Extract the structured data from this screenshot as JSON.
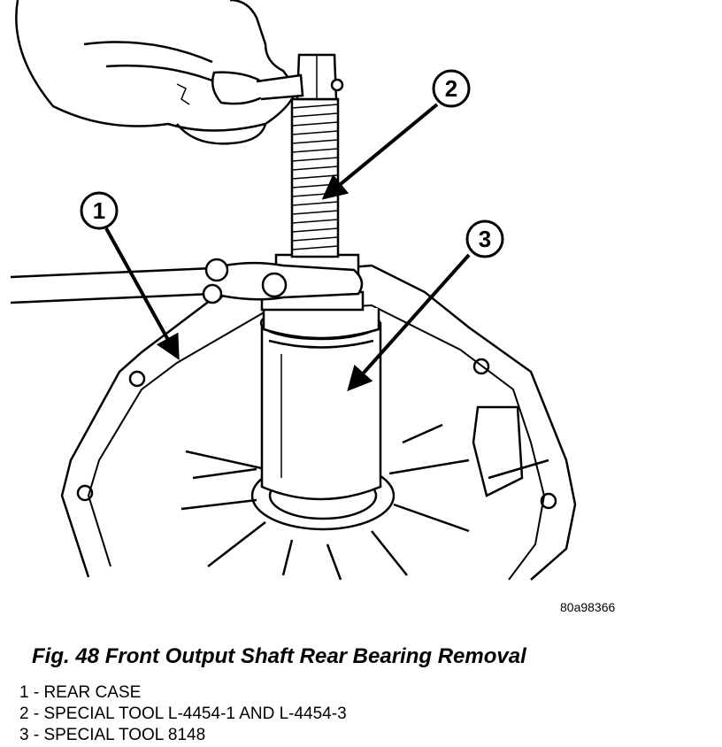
{
  "figure": {
    "id_code": "80a98366",
    "caption": "Fig. 48 Front Output Shaft Rear Bearing Removal"
  },
  "callouts": [
    {
      "number": "1"
    },
    {
      "number": "2"
    },
    {
      "number": "3"
    }
  ],
  "legend": [
    "1 - REAR CASE",
    "2 - SPECIAL TOOL L-4454-1 AND L-4454-3",
    "3 - SPECIAL TOOL 8148"
  ],
  "icons": [
    "hand-icon",
    "wrench-icon",
    "threaded-rod-icon",
    "bearing-cup-icon",
    "rear-case-icon"
  ]
}
